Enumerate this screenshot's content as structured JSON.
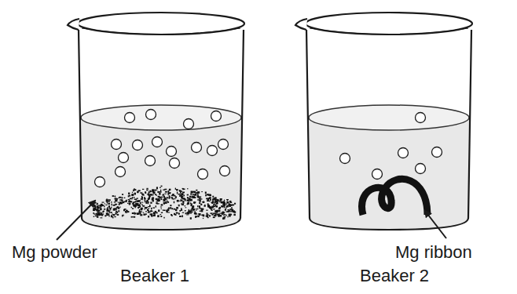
{
  "diagram": {
    "labels": [
      "Mg powder",
      "Beaker 1",
      "Mg ribbon",
      "Beaker 2"
    ]
  }
}
